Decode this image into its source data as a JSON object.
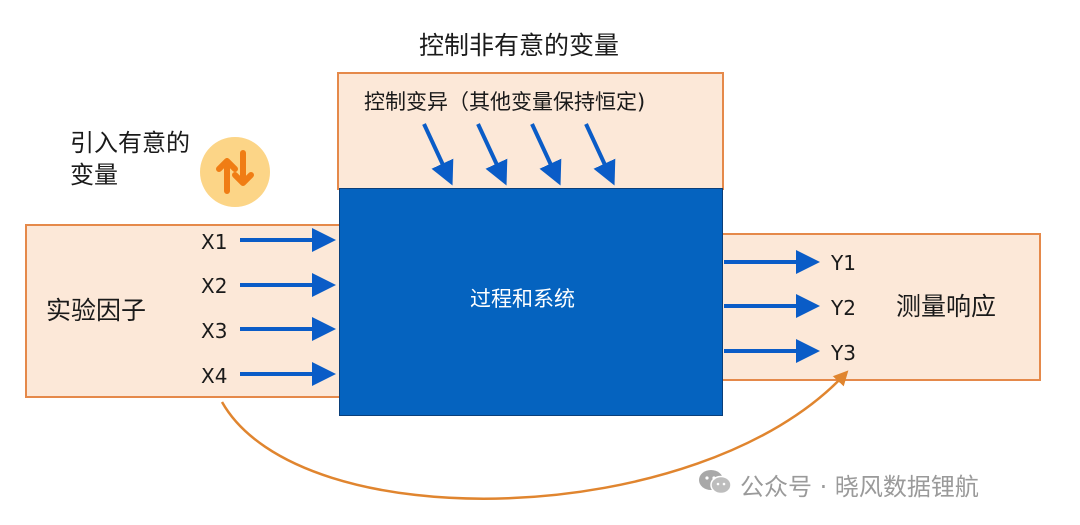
{
  "title": "控制非有意的变量",
  "control_box": {
    "label": "控制变异（其他变量保持恒定)"
  },
  "intro_label": "引入有意的变量",
  "input_box": {
    "label": "实验因子",
    "variables": [
      "X1",
      "X2",
      "X3",
      "X4"
    ]
  },
  "process_box": {
    "label": "过程和系统"
  },
  "output_box": {
    "label": "测量响应",
    "variables": [
      "Y1",
      "Y2",
      "Y3"
    ]
  },
  "watermark": "公众号 · 晓风数据锂航",
  "icons": {
    "intro_badge": "up-down-arrows-icon",
    "watermark_logo": "wechat-icon"
  },
  "colors": {
    "process_fill": "#0563bf",
    "box_fill": "#fce8d8",
    "box_border": "#e5894a",
    "arrow_blue": "#0a5cc7",
    "arc_orange": "#e0852f",
    "badge_orange": "#f07d14"
  }
}
